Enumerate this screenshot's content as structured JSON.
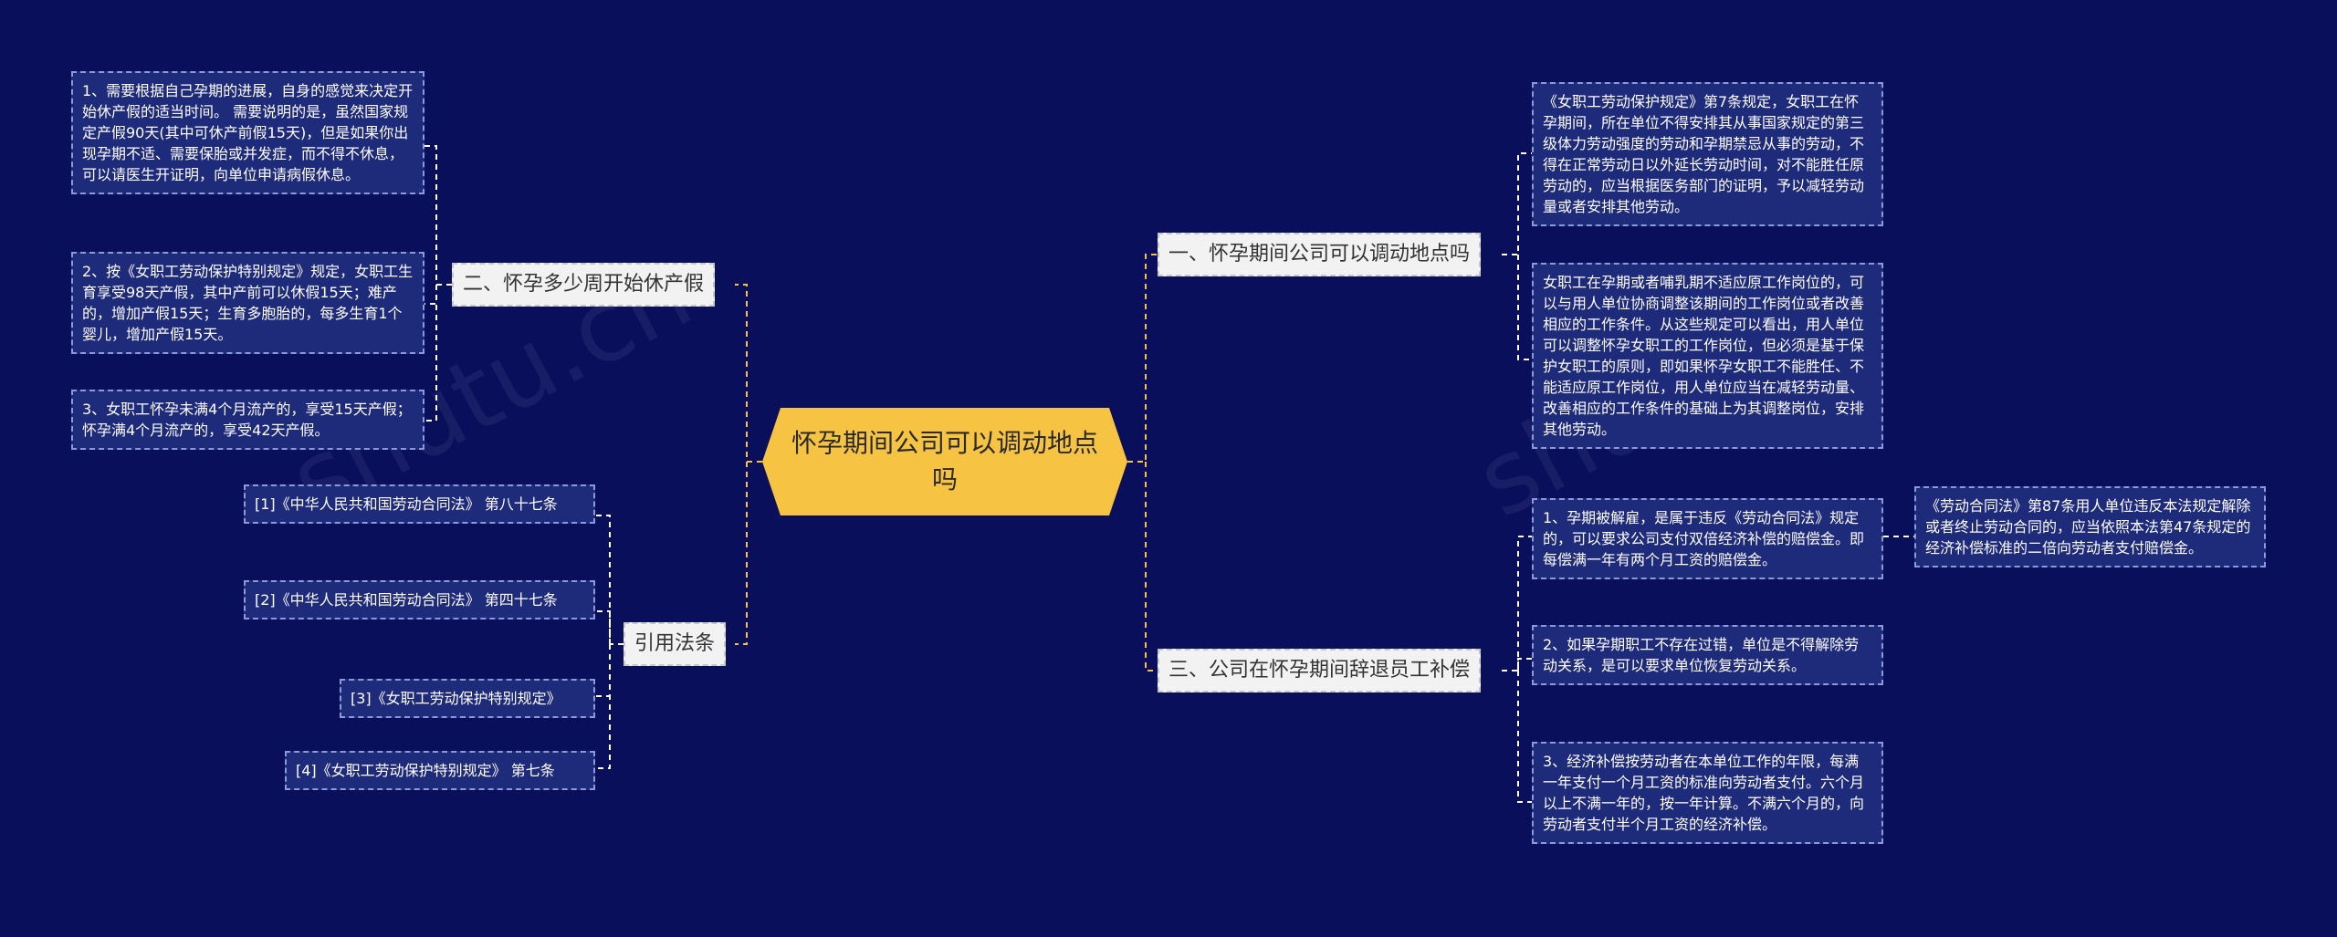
{
  "colors": {
    "background": "#0a0f5c",
    "root_fill": "#f7c342",
    "connector": "#f7c342",
    "branch_fill": "#f2f2f2",
    "leaf_fill": "#1e2a7a"
  },
  "root": {
    "label": "怀孕期间公司可以调动地点吗"
  },
  "branches": {
    "b1": {
      "label": "一、怀孕期间公司可以调动地点吗",
      "leaves": [
        "《女职工劳动保护规定》第7条规定，女职工在怀孕期间，所在单位不得安排其从事国家规定的第三级体力劳动强度的劳动和孕期禁忌从事的劳动，不得在正常劳动日以外延长劳动时间，对不能胜任原劳动的，应当根据医务部门的证明，予以减轻劳动量或者安排其他劳动。",
        "女职工在孕期或者哺乳期不适应原工作岗位的，可以与用人单位协商调整该期间的工作岗位或者改善相应的工作条件。从这些规定可以看出，用人单位可以调整怀孕女职工的工作岗位，但必须是基于保护女职工的原则，即如果怀孕女职工不能胜任、不能适应原工作岗位，用人单位应当在减轻劳动量、改善相应的工作条件的基础上为其调整岗位，安排其他劳动。"
      ]
    },
    "b2": {
      "label": "二、怀孕多少周开始休产假",
      "leaves": [
        "1、需要根据自己孕期的进展，自身的感觉来决定开始休产假的适当时间。 需要说明的是，虽然国家规定产假90天(其中可休产前假15天)，但是如果你出现孕期不适、需要保胎或并发症，而不得不休息，可以请医生开证明，向单位申请病假休息。",
        "2、按《女职工劳动保护特别规定》规定，女职工生育享受98天产假，其中产前可以休假15天；难产的，增加产假15天；生育多胞胎的，每多生育1个婴儿，增加产假15天。",
        "3、女职工怀孕未满4个月流产的，享受15天产假；怀孕满4个月流产的，享受42天产假。"
      ]
    },
    "b3": {
      "label": "三、公司在怀孕期间辞退员工补偿",
      "leaves": [
        "1、孕期被解雇，是属于违反《劳动合同法》规定的，可以要求公司支付双倍经济补偿的赔偿金。即每偿满一年有两个月工资的赔偿金。",
        "2、如果孕期职工不存在过错，单位是不得解除劳动关系，是可以要求单位恢复劳动关系。",
        "3、经济补偿按劳动者在本单位工作的年限，每满一年支付一个月工资的标准向劳动者支付。六个月以上不满一年的，按一年计算。不满六个月的，向劳动者支付半个月工资的经济补偿。"
      ],
      "sub_leaf": "《劳动合同法》第87条用人单位违反本法规定解除或者终止劳动合同的，应当依照本法第47条规定的经济补偿标准的二倍向劳动者支付赔偿金。"
    },
    "b4": {
      "label": "引用法条",
      "leaves": [
        "[1]《中华人民共和国劳动合同法》 第八十七条",
        "[2]《中华人民共和国劳动合同法》 第四十七条",
        "[3]《女职工劳动保护特别规定》",
        "[4]《女职工劳动保护特别规定》 第七条"
      ]
    }
  }
}
